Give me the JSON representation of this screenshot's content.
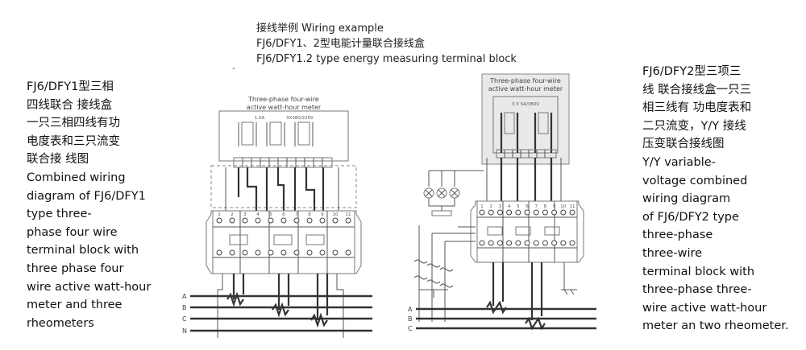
{
  "header": {
    "line1": "接线举例 Wiring example",
    "line2": "FJ6/DFY1、2型电能计量联合接线盒",
    "line3": "FJ6/DFY1.2 type energy measuring terminal block"
  },
  "left_description": {
    "lines": [
      "FJ6/DFY1型三相",
      "四线联合 接线盒",
      "一只三相四线有功",
      "电度表和三只流变",
      "联合接 线图",
      "Combined wiring",
      "diagram of FJ6/DFY1",
      "type three-",
      "phase four wire",
      "terminal block with",
      "three phase four",
      "wire active watt-hour",
      "meter and three",
      "rheometers"
    ]
  },
  "right_description": {
    "lines": [
      "FJ6/DFY2型三项三",
      "线 联合接线盒一只三",
      "相三线有 功电度表和",
      "二只流变，Y/Y 接线",
      "压变联合接线图",
      "Y/Y variable-",
      "voltage combined",
      "wiring diagram",
      "of FJ6/DFY2 type",
      "three-phase",
      "three-wire",
      "terminal block with",
      "three-phase three-",
      "wire active watt-hour",
      "meter an two rheometer."
    ]
  },
  "left_diagram": {
    "meter_title_1": "Three-phase four-wire",
    "meter_title_2": "active watt-hour meter",
    "meter_rating_1": "1.5A",
    "meter_rating_2": "3X380/220V",
    "bus_labels": [
      "A",
      "B",
      "C",
      "N"
    ],
    "terminal_numbers": [
      "1",
      "2",
      "3",
      "4",
      "5",
      "6",
      "7",
      "8",
      "9",
      "10",
      "11"
    ]
  },
  "right_diagram": {
    "meter_title_1": "Three-phase four-wire",
    "meter_title_2": "active watt-hour meter",
    "meter_rating": "3 X 5A/380V",
    "bus_labels": [
      "A",
      "B",
      "C"
    ],
    "terminal_numbers": [
      "1",
      "2",
      "3",
      "4",
      "5",
      "6",
      "7",
      "8",
      "9",
      "10",
      "11"
    ]
  }
}
